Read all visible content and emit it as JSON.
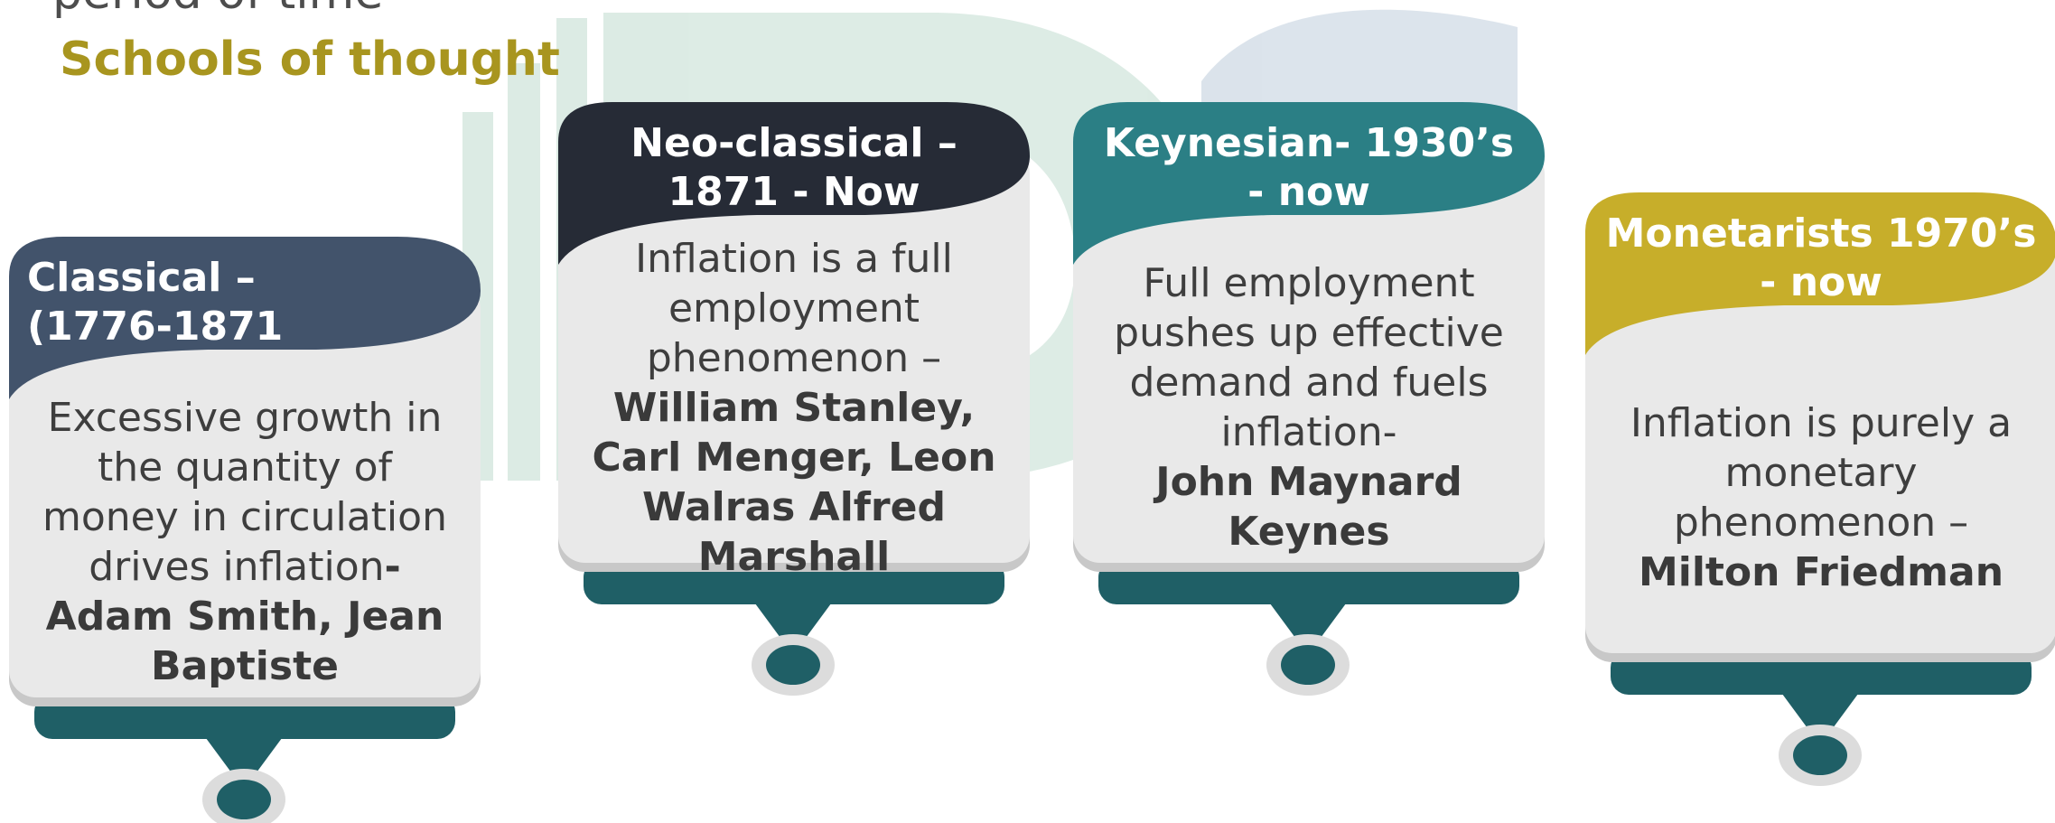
{
  "heading_partial": "period of time",
  "subtitle": "Schools of thought",
  "colors": {
    "classical": "#42536b",
    "neoclassical": "#262b36",
    "keynesian": "#2b7f85",
    "monetarists": "#c7ae2a",
    "teal_base": "#1f5f66",
    "card_body": "#e9e9e9",
    "subtitle": "#a8951f"
  },
  "cards": [
    {
      "title": "Classical – (1776-1871",
      "text": "Excessive growth in the quantity of money in circulation drives inflation",
      "dash": "-",
      "authors": "Adam Smith, Jean Baptiste"
    },
    {
      "title": "Neo-classical – 1871 - Now",
      "text": "Inflation is a full employment phenomenon –",
      "authors": "William Stanley, Carl Menger, Leon Walras Alfred Marshall"
    },
    {
      "title": "Keynesian- 1930’s - now",
      "text": "Full employment pushes up effective demand and fuels inflation-",
      "authors": "John Maynard Keynes"
    },
    {
      "title": "Monetarists 1970’s - now",
      "text": "Inflation is purely a monetary phenomenon –",
      "authors": "Milton Friedman"
    }
  ]
}
